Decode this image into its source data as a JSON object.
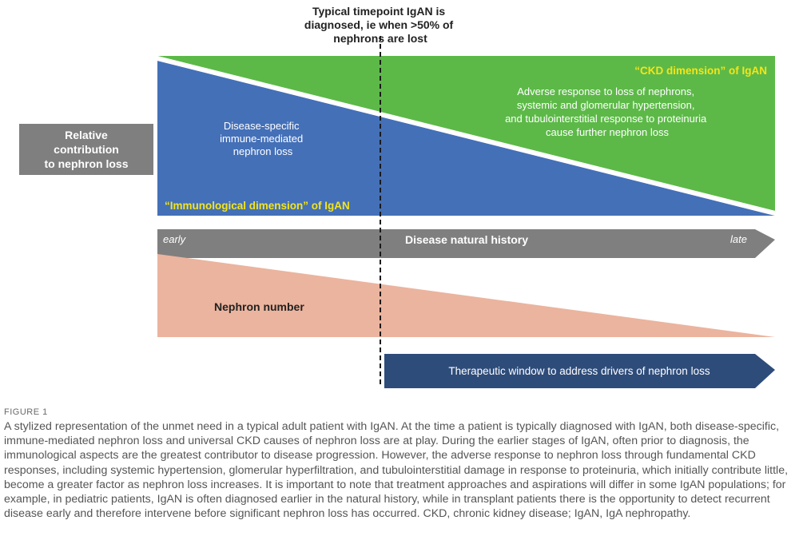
{
  "diagram": {
    "top_annotation": "Typical timepoint IgAN is\ndiagnosed, ie when >50% of\nnephrons are lost",
    "side_label": "Relative\ncontribution\nto nephron loss",
    "immunological_text": "Disease-specific\nimmune-mediated\nnephron loss",
    "immunological_title": "“Immunological dimension” of IgAN",
    "ckd_title": "“CKD dimension” of IgAN",
    "ckd_text": "Adverse response to loss of nephrons,\nsystemic and glomerular hypertension,\nand tubulointerstitial response to proteinuria\ncause further nephron loss",
    "timeline_start": "early",
    "timeline_label": "Disease natural history",
    "timeline_end": "late",
    "nephron_label": "Nephron number",
    "therapeutic_label": "Therapeutic window to address drivers of nephron loss"
  },
  "colors": {
    "immunological_blue": "#4470b8",
    "ckd_green": "#5cb947",
    "highlight_yellow": "#f4e51c",
    "timeline_gray": "#7f7f7f",
    "nephron_salmon": "#ebb49e",
    "therapeutic_navy": "#2e4c7a"
  },
  "caption": {
    "label": "FIGURE 1",
    "text": "A stylized representation of the unmet need in a typical adult patient with IgAN. At the time a patient is typically diagnosed with IgAN, both disease-specific, immune-mediated nephron loss and universal CKD causes of nephron loss are at play. During the earlier stages of IgAN, often prior to diagnosis, the immunological aspects are the greatest contributor to disease progression. However, the adverse response to nephron loss through fundamental CKD responses, including systemic hypertension, glomerular hyperfiltration, and tubulointerstitial damage in response to proteinuria, which initially contribute little, become a greater factor as nephron loss increases. It is important to note that treatment approaches and aspirations will differ in some IgAN populations; for example, in pediatric patients, IgAN is often diagnosed earlier in the natural history, while in transplant patients there is the opportunity to detect recurrent disease early and therefore intervene before significant nephron loss has occurred. CKD, chronic kidney disease; IgAN, IgA nephropathy."
  }
}
